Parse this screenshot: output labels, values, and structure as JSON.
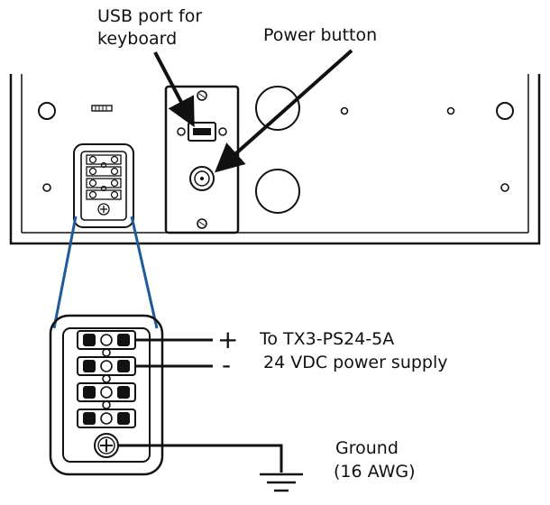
{
  "labels": {
    "usb_line1": "USB port for",
    "usb_line2": "keyboard",
    "power_button": "Power button",
    "plus": "+",
    "minus": "-",
    "supply_line1": "To TX3-PS24-5A",
    "supply_line2": "24 VDC power supply",
    "ground_line1": "Ground",
    "ground_line2": "(16 AWG)"
  },
  "colors": {
    "line": "#1a1a1a",
    "callout_lines": "#1f5a9a",
    "background": "#ffffff"
  }
}
